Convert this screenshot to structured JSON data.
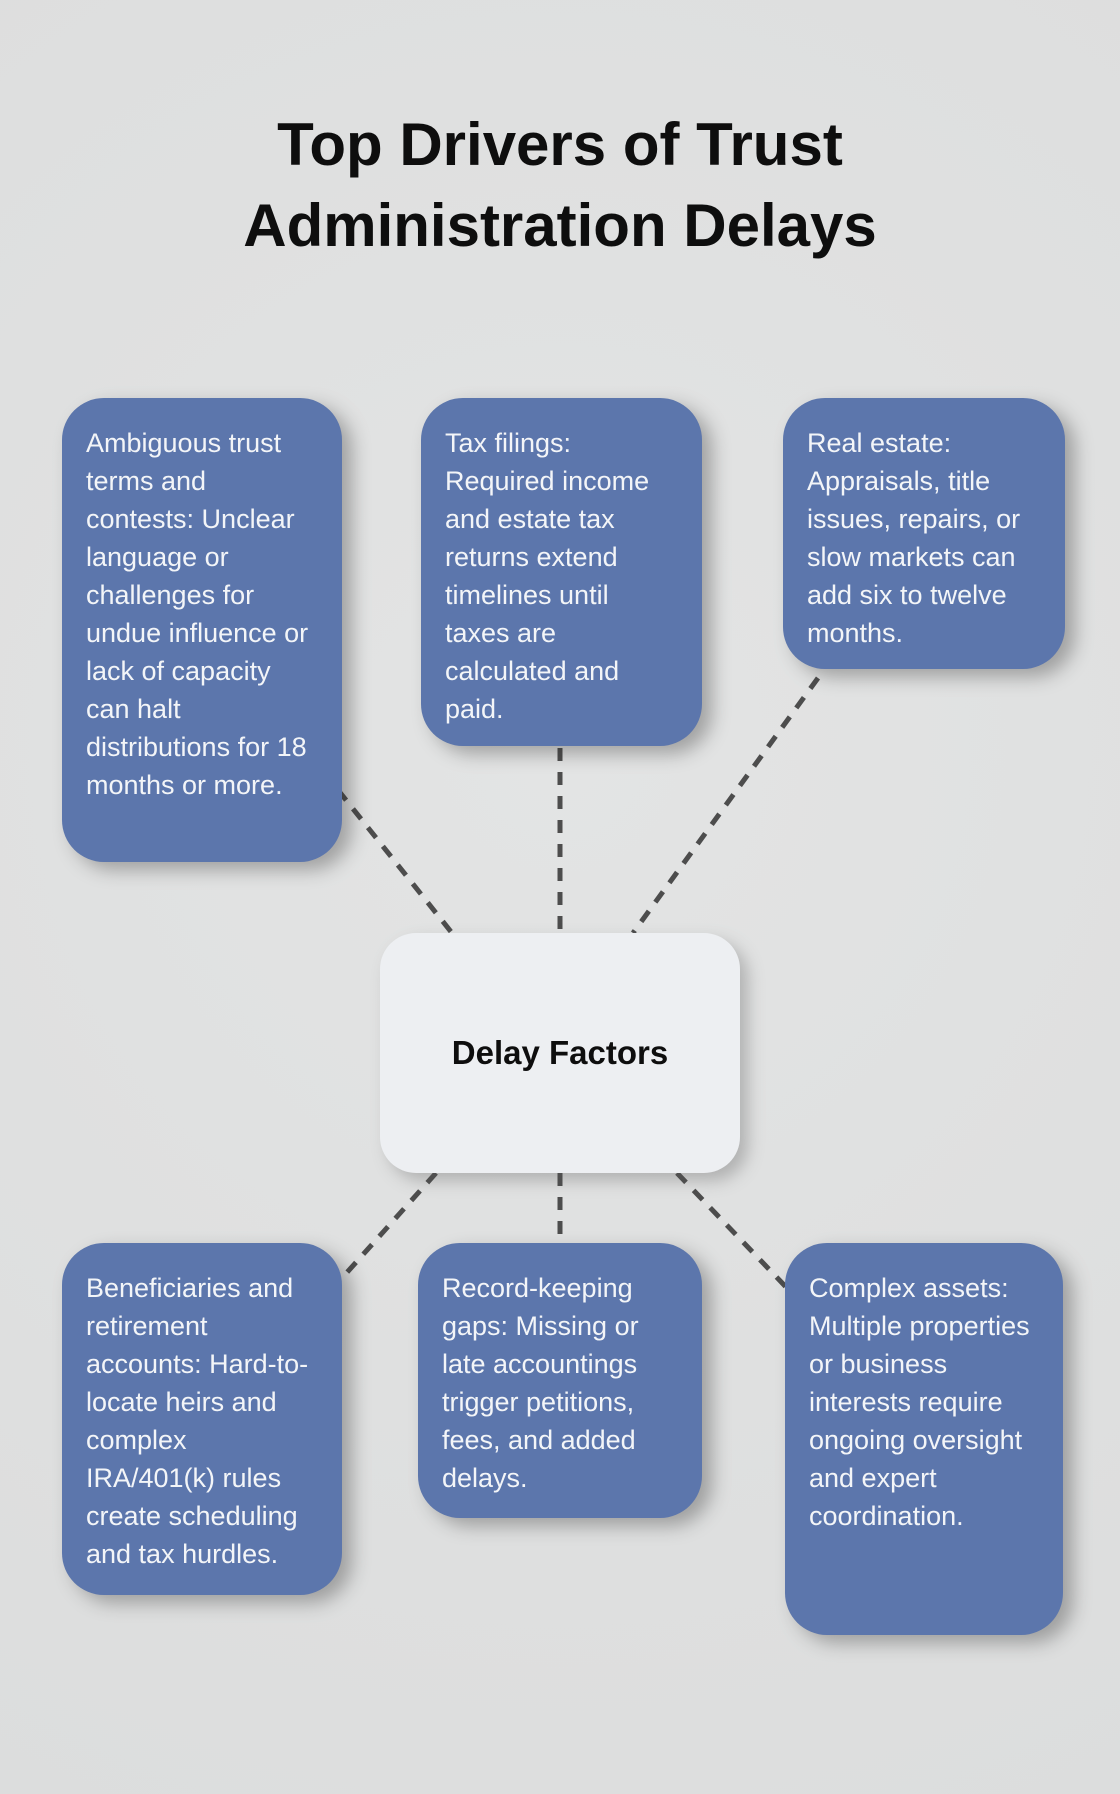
{
  "title": {
    "line1": "Top Drivers of Trust",
    "line2": "Administration Delays"
  },
  "center": {
    "label": "Delay Factors"
  },
  "nodes": [
    {
      "id": "ambiguous-trust-terms",
      "text": "Ambiguous trust terms and contests: Unclear language or challenges for undue influence or lack of capacity can halt distributions for 18 months or more."
    },
    {
      "id": "tax-filings",
      "text": "Tax filings: Required income and estate tax returns extend timelines until taxes are calculated and paid."
    },
    {
      "id": "real-estate",
      "text": "Real estate: Appraisals, title issues, repairs, or slow markets can add six to twelve months."
    },
    {
      "id": "beneficiaries-retirement-accounts",
      "text": "Beneficiaries and retirement accounts: Hard-to-locate heirs and complex IRA/401(k) rules create scheduling and tax hurdles."
    },
    {
      "id": "record-keeping-gaps",
      "text": "Record-keeping gaps: Missing or late accountings trigger petitions, fees, and added delays."
    },
    {
      "id": "complex-assets",
      "text": "Complex assets: Multiple properties or business interests require ongoing oversight and expert coordination."
    }
  ],
  "colors": {
    "background": "#dfe0e0",
    "node_fill": "#5c76ac",
    "node_text": "#f3f5f8",
    "center_fill": "#edeff2",
    "title_text": "#0e0e0e",
    "connector": "#4d4d4d"
  }
}
